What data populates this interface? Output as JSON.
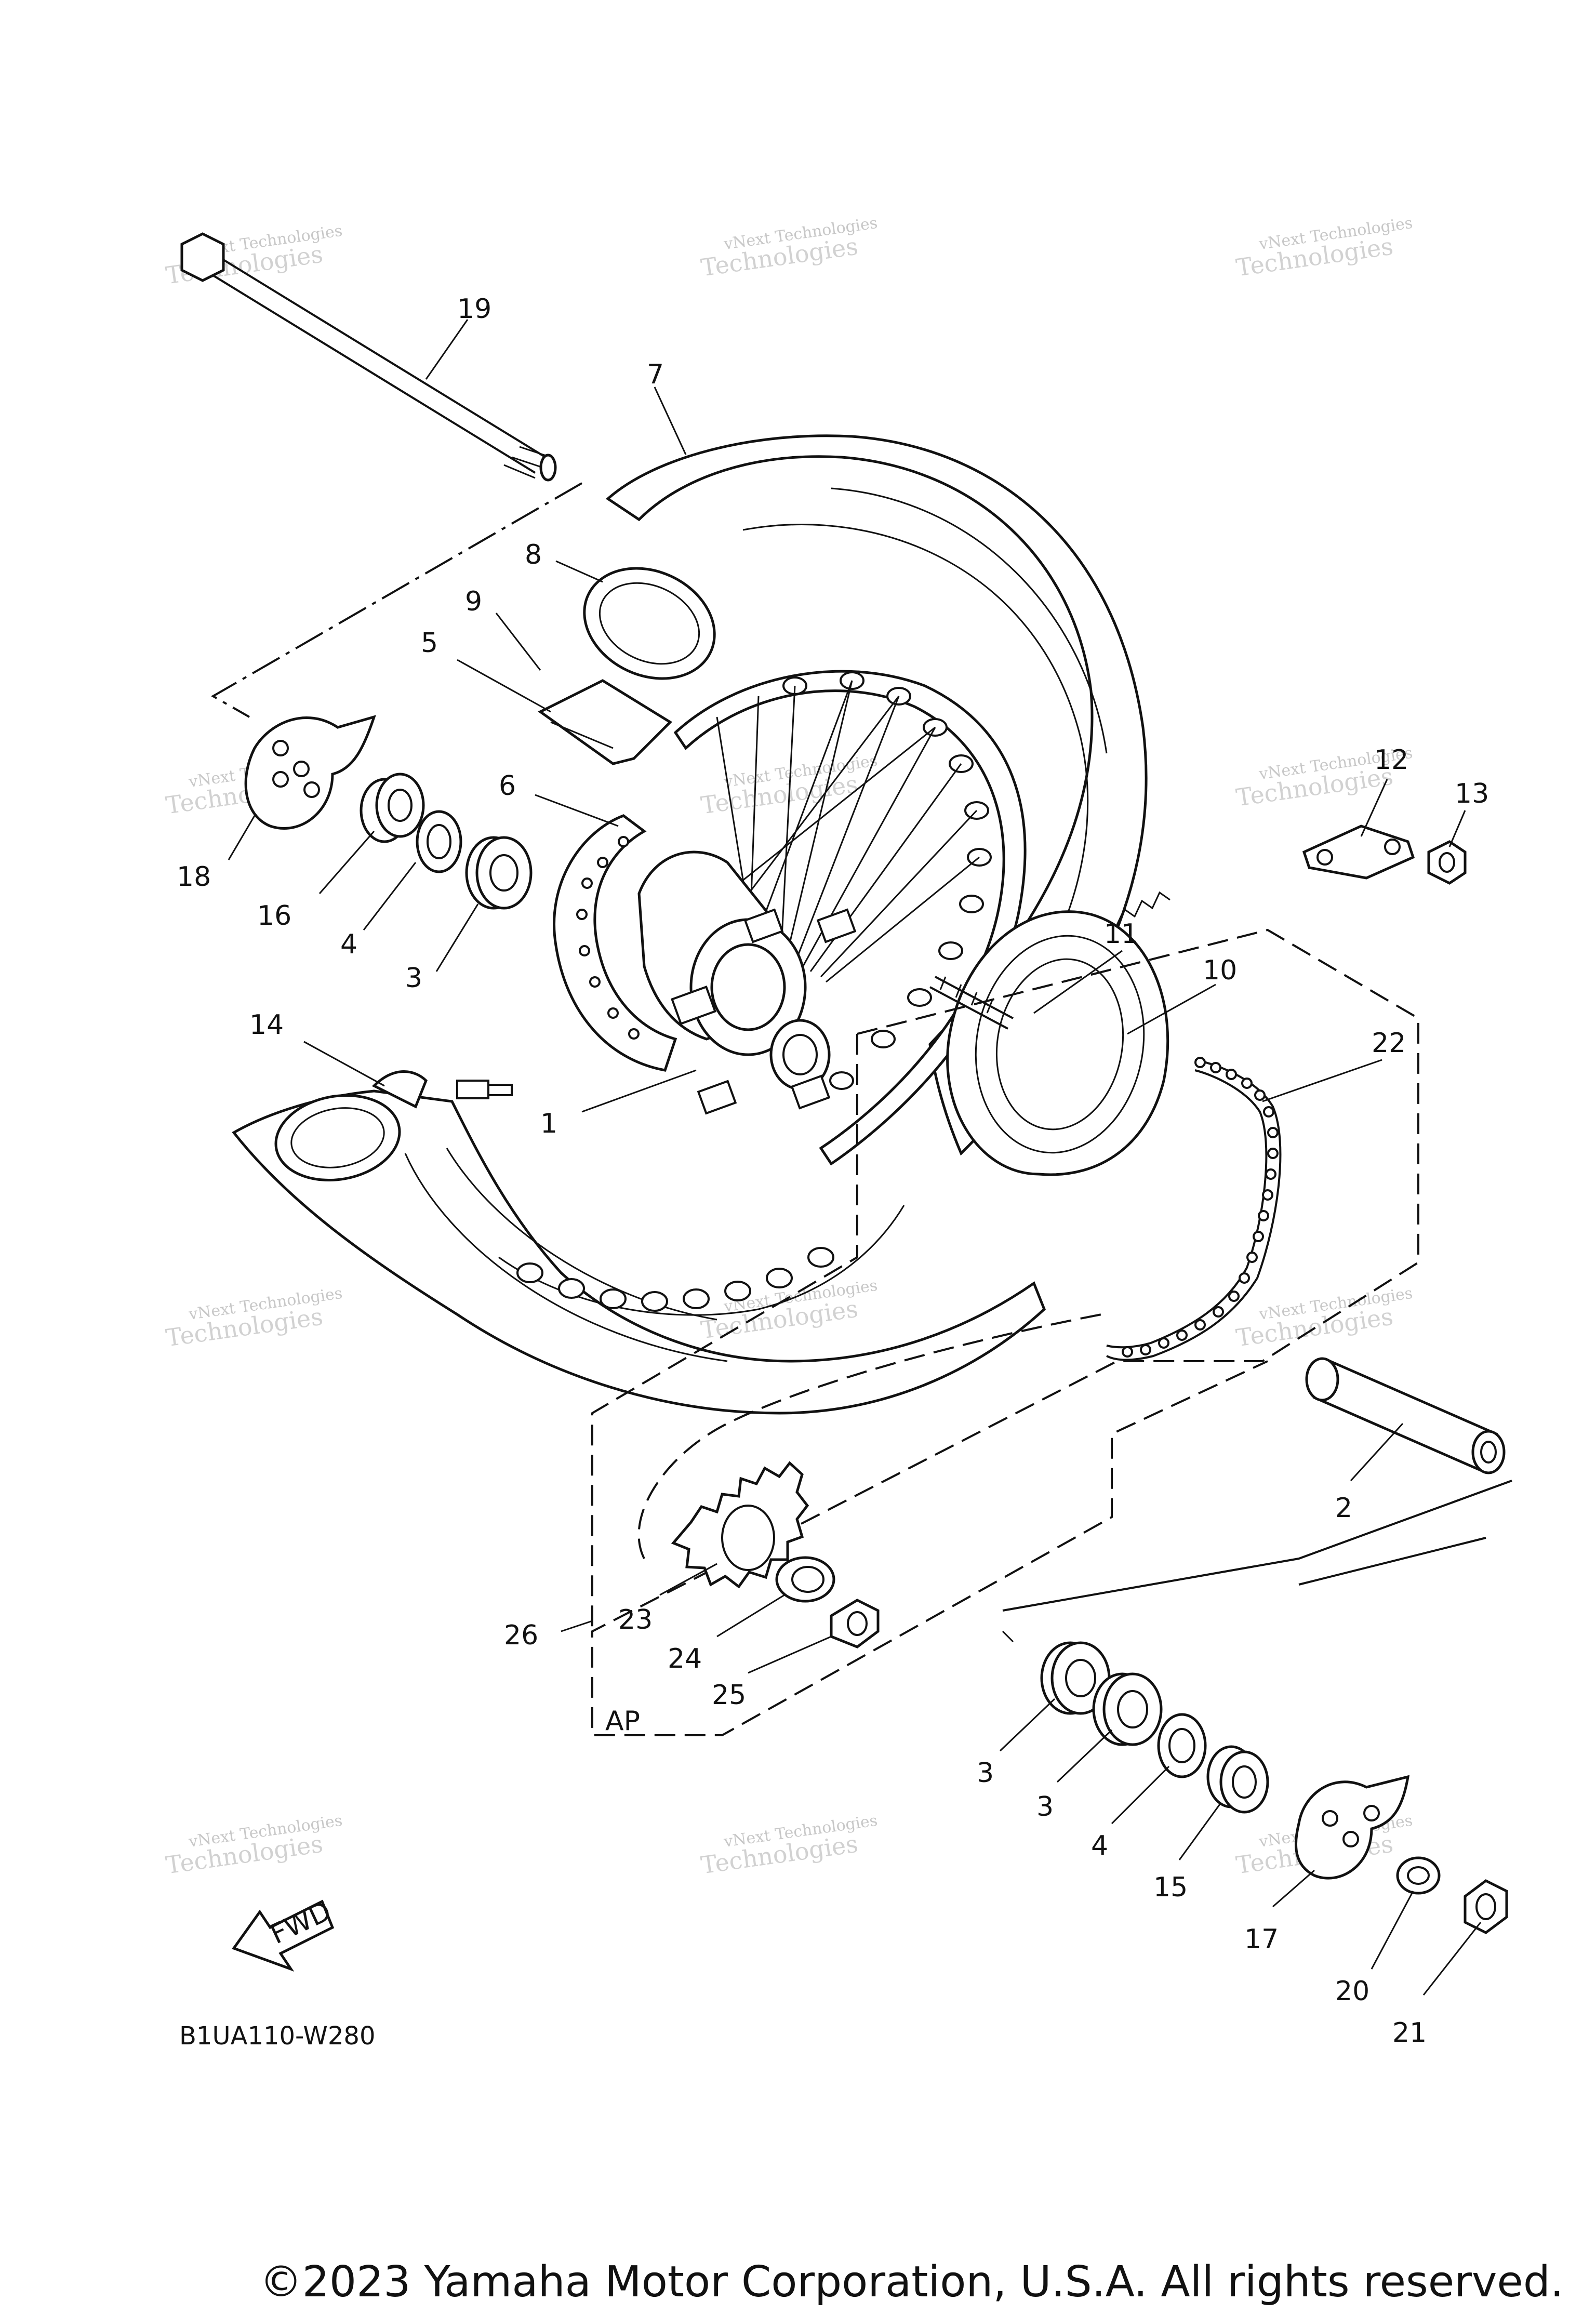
{
  "diagram": {
    "code": "B1UA110-W280",
    "ap_label": "AP",
    "fwd_label": "FWD",
    "copyright": "©2023 Yamaha Motor Corporation, U.S.A. All rights reserved.",
    "watermark_line1": "vNext Technologies",
    "watermark_line2": "Technologies",
    "labels": {
      "p1": "1",
      "p2": "2",
      "p3a": "3",
      "p3b": "3",
      "p3c": "3",
      "p4a": "4",
      "p4b": "4",
      "p5": "5",
      "p6": "6",
      "p7": "7",
      "p8": "8",
      "p9": "9",
      "p10": "10",
      "p11": "11",
      "p12": "12",
      "p13": "13",
      "p14": "14",
      "p15": "15",
      "p16": "16",
      "p17": "17",
      "p18": "18",
      "p19": "19",
      "p20": "20",
      "p21": "21",
      "p22": "22",
      "p23": "23",
      "p24": "24",
      "p25": "25",
      "p26": "26"
    }
  }
}
